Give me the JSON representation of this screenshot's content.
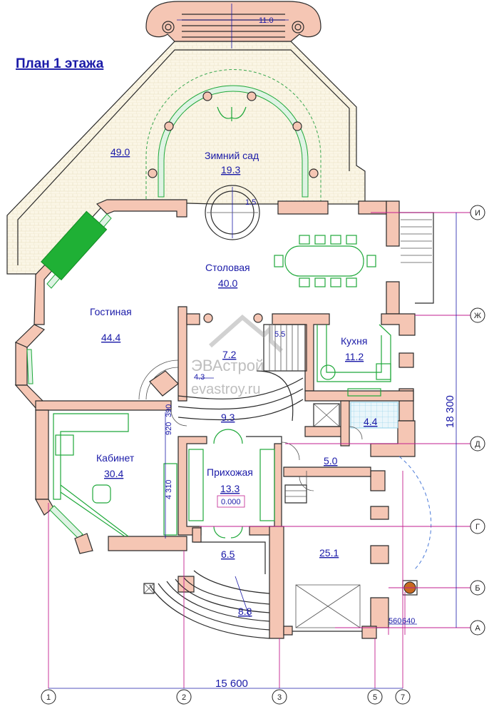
{
  "title": "План 1 этажа",
  "rooms": {
    "terrace": {
      "area": "49.0"
    },
    "winter_garden": {
      "name": "Зимний сад",
      "area": "19.3"
    },
    "dining": {
      "name": "Столовая",
      "area": "40.0"
    },
    "living": {
      "name": "Гостиная",
      "area": "44.4"
    },
    "kitchen": {
      "name": "Кухня",
      "area": "11.2"
    },
    "stair_hall": {
      "area": "7.2"
    },
    "hall": {
      "area": "9.3"
    },
    "bath": {
      "area": "4.4"
    },
    "study": {
      "name": "Кабинет",
      "area": "30.4"
    },
    "entry": {
      "name": "Прихожая",
      "area": "13.3",
      "level": "0.000"
    },
    "corridor": {
      "area": "5.0"
    },
    "garage": {
      "area": "25.1"
    },
    "vestibule": {
      "area": "6.5"
    },
    "porch": {
      "area": "8.8"
    }
  },
  "dimensions": {
    "top_width": "11.0",
    "bay_radius": "1.5",
    "stair_step": "5.5",
    "stair_small": "4.3",
    "total_height": "18 300",
    "total_width": "15 600",
    "d920": "920",
    "d390": "390",
    "d4310": "4 310",
    "d560": "560",
    "d640": "640"
  },
  "axes_horizontal": [
    "И",
    "Ж",
    "Д",
    "Г",
    "Б",
    "А"
  ],
  "axes_vertical": [
    "1",
    "2",
    "3",
    "5",
    "7"
  ],
  "watermark": {
    "brand": "ЭВАстрой",
    "site": "evastroy.ru"
  },
  "colors": {
    "wall": "#f5c6b4",
    "label": "#1a1aa8",
    "axis": "#c21e8f",
    "glass": "#1fa83a"
  }
}
